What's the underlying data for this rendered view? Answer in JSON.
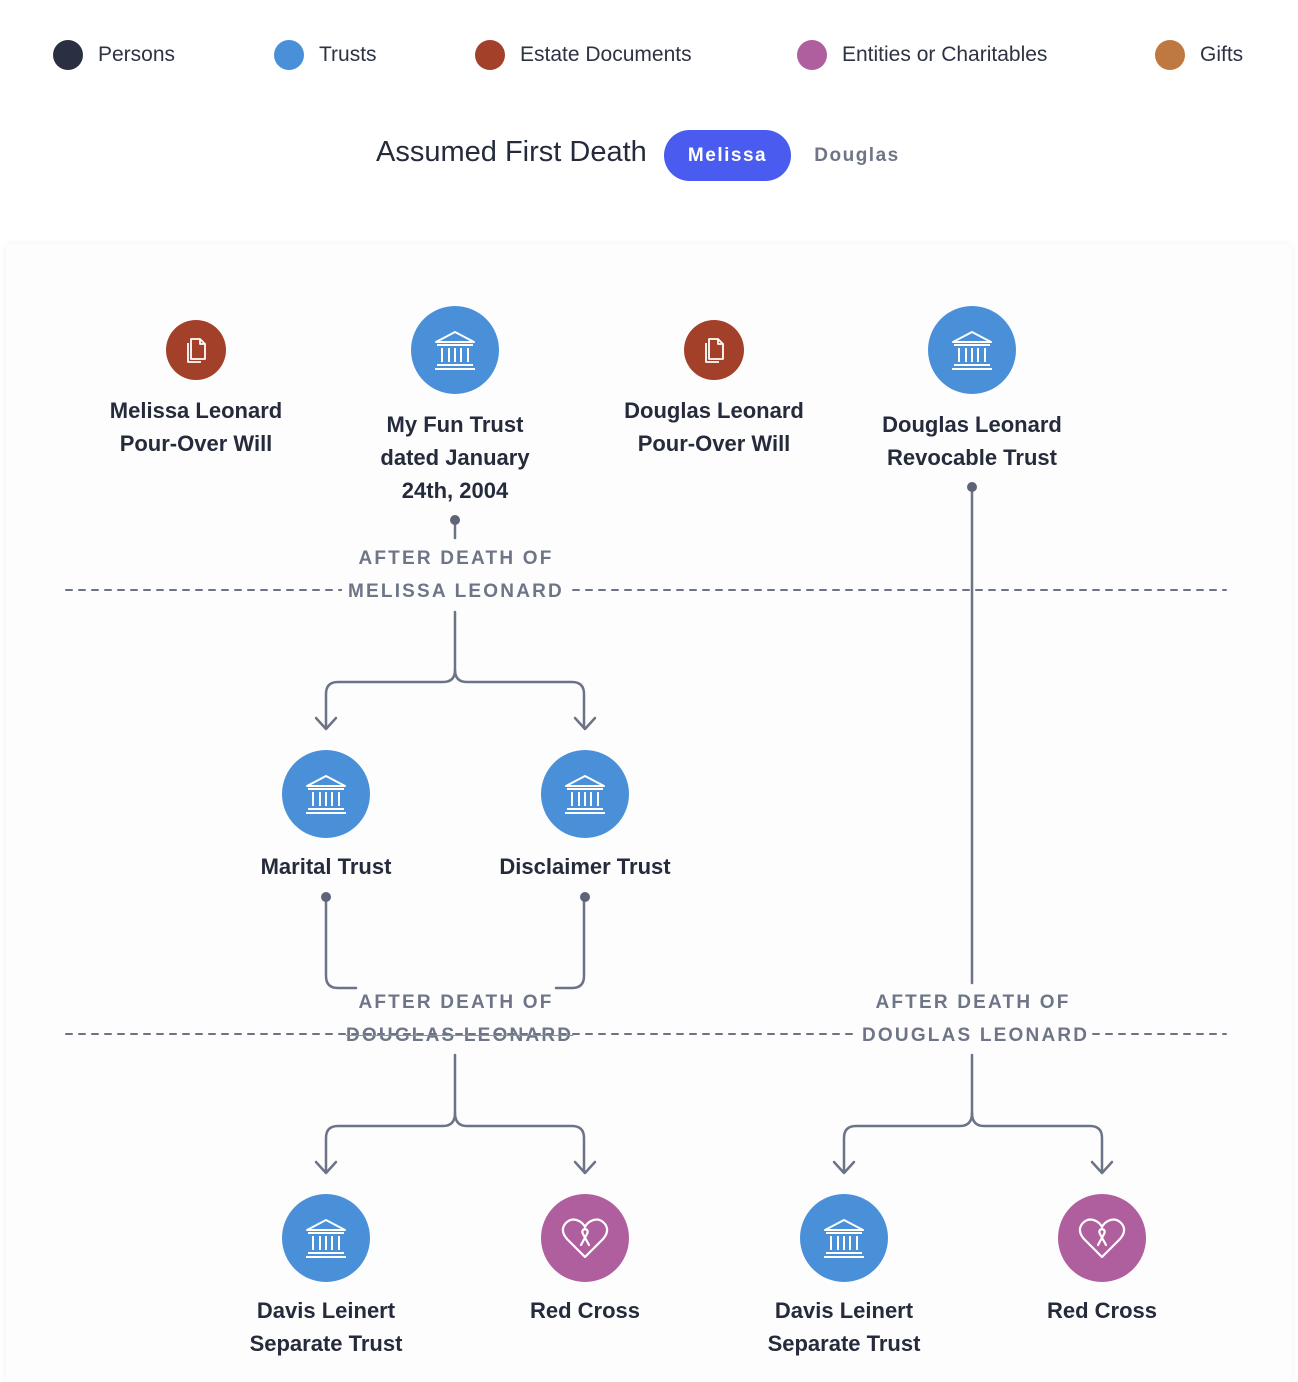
{
  "legend": [
    {
      "label": "Persons",
      "color": "#2a3042"
    },
    {
      "label": "Trusts",
      "color": "#4a90d9"
    },
    {
      "label": "Estate Documents",
      "color": "#a3402a"
    },
    {
      "label": "Entities or Charitables",
      "color": "#b05f9e"
    },
    {
      "label": "Gifts",
      "color": "#bf7840"
    }
  ],
  "toggle": {
    "title": "Assumed First Death",
    "options": [
      "Melissa",
      "Douglas"
    ],
    "selected": "Melissa"
  },
  "separators": {
    "first": [
      "AFTER DEATH OF",
      "MELISSA LEONARD"
    ],
    "second_left": [
      "AFTER DEATH OF",
      "DOUGLAS LEONARD"
    ],
    "second_right": [
      "AFTER DEATH OF",
      "DOUGLAS LEONARD"
    ]
  },
  "nodes": {
    "melissa_will": {
      "label_lines": [
        "Melissa Leonard",
        "Pour-Over Will"
      ],
      "type": "estate-document",
      "icon": "document-icon"
    },
    "fun_trust": {
      "label_lines": [
        "My Fun Trust",
        "dated January",
        "24th, 2004"
      ],
      "type": "trust",
      "icon": "bank-icon"
    },
    "douglas_will": {
      "label_lines": [
        "Douglas Leonard",
        "Pour-Over Will"
      ],
      "type": "estate-document",
      "icon": "document-icon"
    },
    "douglas_trust": {
      "label_lines": [
        "Douglas Leonard",
        "Revocable Trust"
      ],
      "type": "trust",
      "icon": "bank-icon"
    },
    "marital_trust": {
      "label_lines": [
        "Marital Trust"
      ],
      "type": "trust",
      "icon": "bank-icon"
    },
    "disclaimer_trust": {
      "label_lines": [
        "Disclaimer Trust"
      ],
      "type": "trust",
      "icon": "bank-icon"
    },
    "davis_trust_left": {
      "label_lines": [
        "Davis Leinert",
        "Separate Trust"
      ],
      "type": "trust",
      "icon": "bank-icon"
    },
    "red_cross_left": {
      "label_lines": [
        "Red Cross"
      ],
      "type": "charitable",
      "icon": "heart-ribbon-icon"
    },
    "davis_trust_right": {
      "label_lines": [
        "Davis Leinert",
        "Separate Trust"
      ],
      "type": "trust",
      "icon": "bank-icon"
    },
    "red_cross_right": {
      "label_lines": [
        "Red Cross"
      ],
      "type": "charitable",
      "icon": "heart-ribbon-icon"
    }
  }
}
